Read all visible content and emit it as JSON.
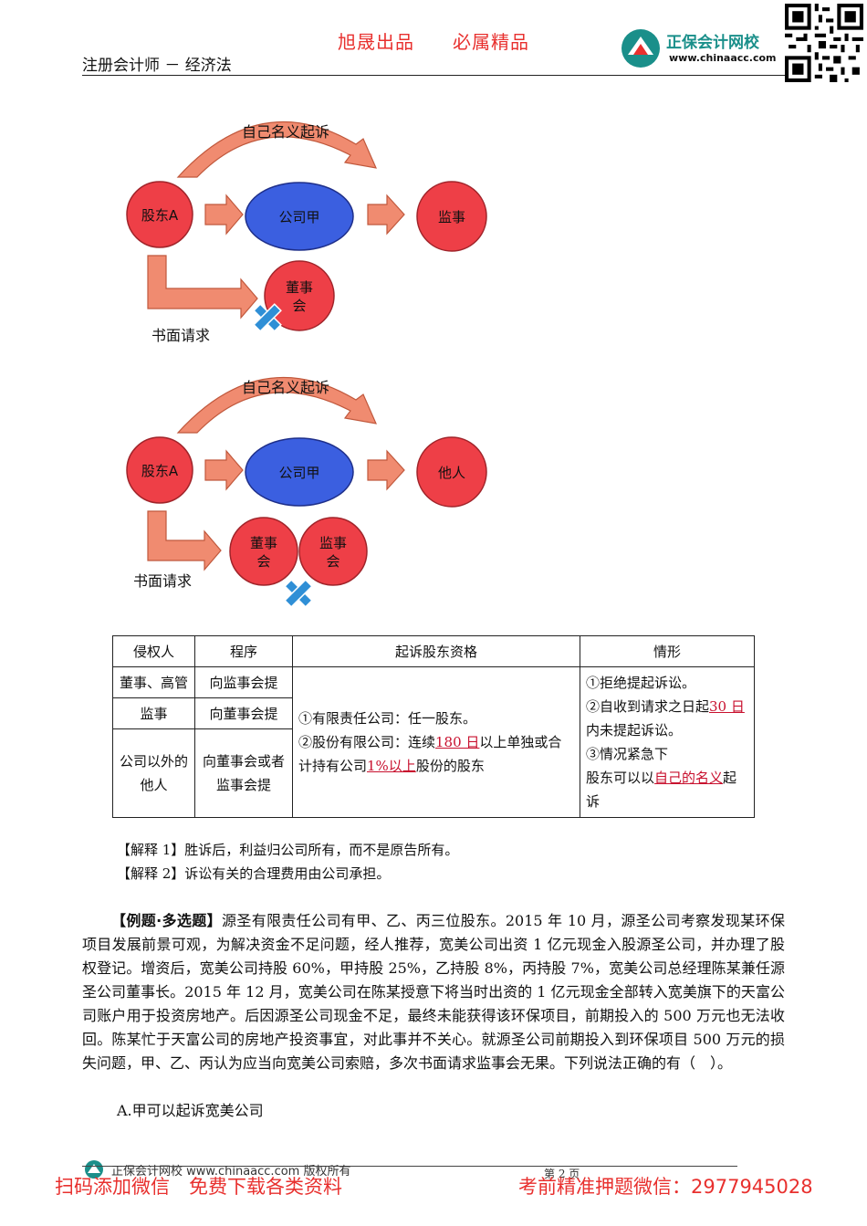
{
  "header": {
    "slogan": "旭晟出品　　必属精品",
    "title": "注册会计师 － 经济法",
    "logo_name": "正保会计网校",
    "logo_url": "www.chinaacc.com"
  },
  "diagram1": {
    "top_label": "自己名义起诉",
    "shareholder": "股东A",
    "company": "公司甲",
    "target": "监事",
    "board": "董事会",
    "written_request": "书面请求"
  },
  "diagram2": {
    "top_label": "自己名义起诉",
    "shareholder": "股东A",
    "company": "公司甲",
    "target": "他人",
    "board": "董事会",
    "supervisors": "监事会",
    "written_request": "书面请求"
  },
  "table": {
    "headers": [
      "侵权人",
      "程序",
      "起诉股东资格",
      "情形"
    ],
    "rows": [
      {
        "infringer": "董事、高管",
        "procedure": "向监事会提"
      },
      {
        "infringer": "监事",
        "procedure": "向董事会提"
      },
      {
        "infringer": "公司以外的他人",
        "procedure": "向董事会或者监事会提"
      }
    ],
    "qual_1": "①有限责任公司：任一股东。",
    "qual_2_a": "②股份有限公司：连续",
    "qual_2_b": "180 日",
    "qual_2_c": "以上单独或合计持有公司",
    "qual_2_d": "1%以上",
    "qual_2_e": "股份的股东",
    "sit_1": "①拒绝提起诉讼。",
    "sit_2_a": "②自收到请求之日起",
    "sit_2_b": "30 日",
    "sit_2_c": "内未提起诉讼。",
    "sit_3": "③情况紧急下",
    "sit_4_a": "股东可以以",
    "sit_4_b": "自己的名义",
    "sit_4_c": "起诉"
  },
  "notes": [
    "【解释 1】胜诉后，利益归公司所有，而不是原告所有。",
    "【解释 2】诉讼有关的合理费用由公司承担。"
  ],
  "example": {
    "label": "【例题·多选题】",
    "body": "源圣有限责任公司有甲、乙、丙三位股东。2015 年 10 月，源圣公司考察发现某环保项目发展前景可观，为解决资金不足问题，经人推荐，宽美公司出资 1 亿元现金入股源圣公司，并办理了股权登记。增资后，宽美公司持股 60%，甲持股 25%，乙持股 8%，丙持股 7%，宽美公司总经理陈某兼任源圣公司董事长。2015 年 12 月，宽美公司在陈某授意下将当时出资的 1 亿元现金全部转入宽美旗下的天富公司账户用于投资房地产。后因源圣公司现金不足，最终未能获得该环保项目，前期投入的 500 万元也无法收回。陈某忙于天富公司的房地产投资事宜，对此事并不关心。就源圣公司前期投入到环保项目 500 万元的损失问题，甲、乙、丙认为应当向宽美公司索赔，多次书面请求监事会无果。下列说法正确的有（　）。",
    "option_a": "A.甲可以起诉宽美公司"
  },
  "footer": {
    "text": "正保会计网校 www.chinaacc.com 版权所有",
    "page": "第 2 页",
    "promo_left": "扫码添加微信　免费下载各类资料",
    "promo_right": "考前精准押题微信：2977945028"
  },
  "colors": {
    "red_circle": "#ee3f47",
    "blue_ellipse": "#3b5fe0",
    "arrow_fill": "#f08b70",
    "cross": "#2f8fd6",
    "accent_red": "#e8302e"
  }
}
